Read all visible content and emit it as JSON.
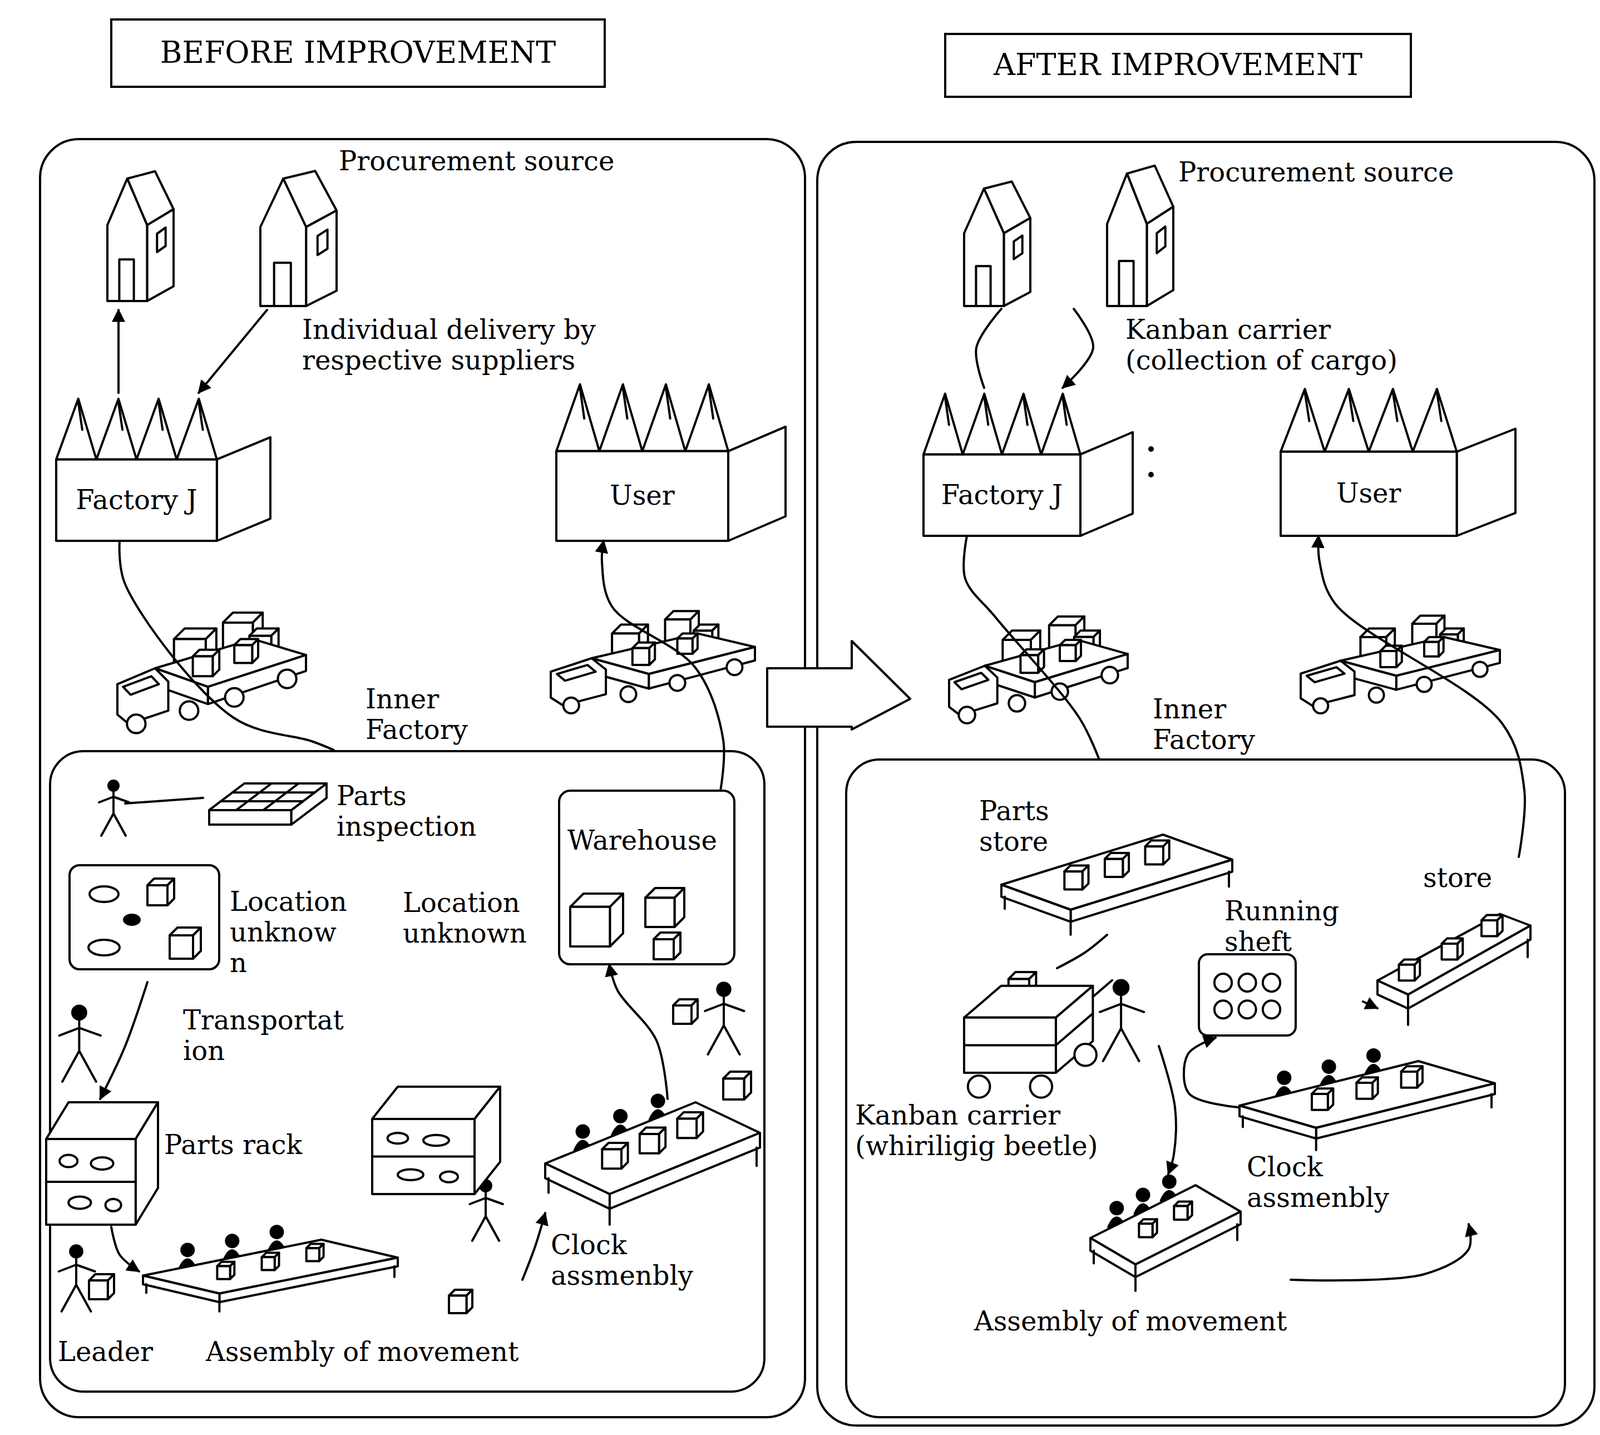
{
  "diagram": {
    "nodes": [
      {
        "text": [
          "BEFORE IMPROVEMENT"
        ]
      },
      {
        "text": [
          "Procurement source"
        ],
        "in": 0
      },
      {
        "text": [
          "Factory J"
        ],
        "in": 0
      },
      {
        "text": [
          "User"
        ],
        "in": 0
      },
      {
        "text": [
          "Inner Factory"
        ],
        "in": 0
      },
      {
        "text": [
          "Parts inspection"
        ],
        "in": 4
      },
      {
        "text": [
          "Location unknow n"
        ],
        "in": 4
      },
      {
        "text": [
          "Warehouse",
          "Location unknown"
        ],
        "in": 4
      },
      {
        "text": [
          "Parts rack"
        ],
        "in": 4
      },
      {
        "text": [
          "Assembly of movement"
        ],
        "in": 4
      },
      {
        "text": [
          "Clock assmenbly"
        ],
        "in": 4
      },
      {
        "text": [
          "AFTER IMPROVEMENT"
        ]
      },
      {
        "text": [
          "Procurement source"
        ],
        "in": 11
      },
      {
        "text": [
          "Factory J"
        ],
        "in": 11
      },
      {
        "text": [
          "User"
        ],
        "in": 11
      },
      {
        "text": [
          "Inner Factory"
        ],
        "in": 11
      },
      {
        "text": [
          "Parts store"
        ],
        "in": 15
      },
      {
        "text": [
          "store"
        ],
        "in": 15
      },
      {
        "text": [
          "Running sheft"
        ],
        "in": 15
      },
      {
        "text": [
          "Kanban carrier (whiriligig beetle)"
        ],
        "in": 15
      },
      {
        "text": [
          "Clock assmenbly"
        ],
        "in": 15
      },
      {
        "text": [
          "Assembly of movement"
        ],
        "in": 15
      }
    ],
    "edges": [
      {
        "from": 2,
        "to": 1,
        "arrow": "to"
      },
      {
        "from": 1,
        "to": 2,
        "label": "Individual delivery by respective suppliers",
        "arrow": "to"
      },
      {
        "from": 2,
        "to": 4,
        "arrow": "none"
      },
      {
        "from": 7,
        "to": 3,
        "arrow": "to"
      },
      {
        "from": 6,
        "to": 8,
        "label": "Transportat ion",
        "arrow": "to"
      },
      {
        "from": 8,
        "to": 9,
        "arrow": "to"
      },
      {
        "from": 9,
        "to": 10,
        "arrow": "to"
      },
      {
        "from": 10,
        "to": 7,
        "arrow": "to"
      },
      {
        "from": 13,
        "to": 12,
        "arrow": "none"
      },
      {
        "from": 12,
        "to": 13,
        "label": "Kanban carrier (collection of cargo)",
        "arrow": "to"
      },
      {
        "from": 13,
        "to": 15,
        "arrow": "none"
      },
      {
        "from": 17,
        "to": 14,
        "arrow": "to"
      },
      {
        "from": 16,
        "to": 19,
        "arrow": "none"
      },
      {
        "from": 19,
        "to": 21,
        "arrow": "to"
      },
      {
        "from": 21,
        "to": 20,
        "arrow": "to"
      },
      {
        "from": 20,
        "to": 18,
        "arrow": "to"
      },
      {
        "from": 18,
        "to": 17,
        "arrow": "to"
      }
    ],
    "labels": [
      "Leader"
    ]
  }
}
